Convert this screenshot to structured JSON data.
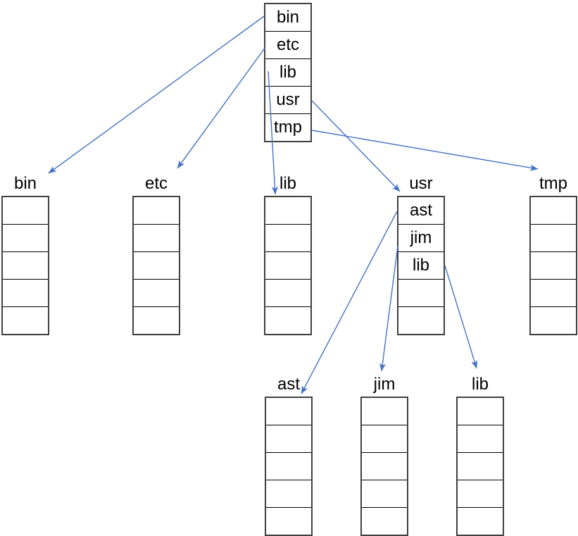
{
  "diagram": {
    "type": "filesystem-directory-tree",
    "accent_color": "#4472C4",
    "border_color": "#404040",
    "text_color": "#000000",
    "root": {
      "entries": [
        "bin",
        "etc",
        "lib",
        "usr",
        "tmp"
      ]
    },
    "directories": {
      "bin": {
        "label": "bin",
        "entries": [
          "",
          "",
          "",
          "",
          ""
        ]
      },
      "etc": {
        "label": "etc",
        "entries": [
          "",
          "",
          "",
          "",
          ""
        ]
      },
      "lib": {
        "label": "lib",
        "entries": [
          "",
          "",
          "",
          "",
          ""
        ]
      },
      "usr": {
        "label": "usr",
        "entries": [
          "ast",
          "jim",
          "lib",
          "",
          ""
        ]
      },
      "tmp": {
        "label": "tmp",
        "entries": [
          "",
          "",
          "",
          "",
          ""
        ]
      },
      "ast": {
        "label": "ast",
        "entries": [
          "",
          "",
          "",
          "",
          ""
        ]
      },
      "jim": {
        "label": "jim",
        "entries": [
          "",
          "",
          "",
          "",
          ""
        ]
      },
      "lib2": {
        "label": "lib",
        "entries": [
          "",
          "",
          "",
          "",
          ""
        ]
      }
    },
    "edges": [
      {
        "from": "root.bin",
        "to": "bin"
      },
      {
        "from": "root.etc",
        "to": "etc"
      },
      {
        "from": "root.lib",
        "to": "lib"
      },
      {
        "from": "root.usr",
        "to": "usr"
      },
      {
        "from": "root.tmp",
        "to": "tmp"
      },
      {
        "from": "usr.ast",
        "to": "ast"
      },
      {
        "from": "usr.jim",
        "to": "jim"
      },
      {
        "from": "usr.lib",
        "to": "lib2"
      }
    ]
  }
}
